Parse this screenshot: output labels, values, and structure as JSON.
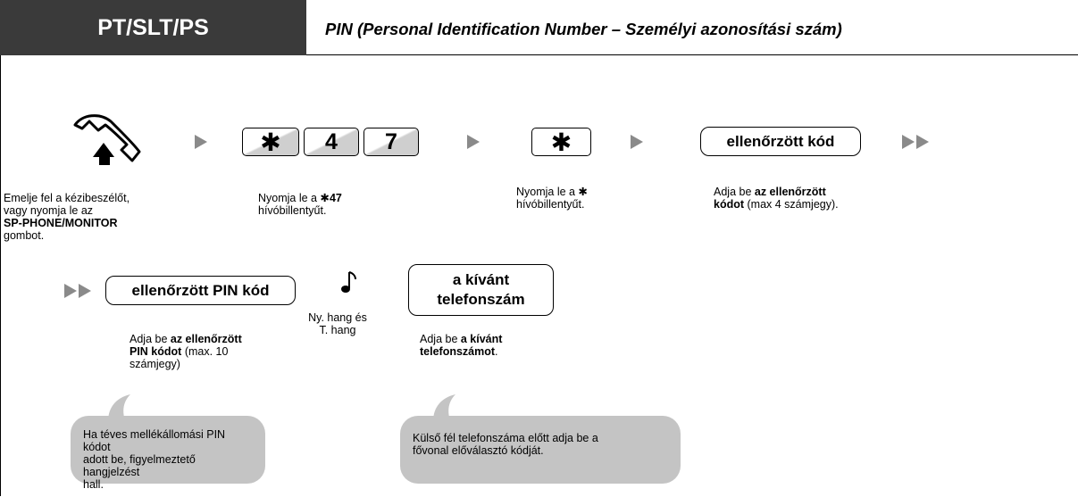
{
  "header": {
    "title": "PT/SLT/PS",
    "subtitle": "PIN (Personal Identification Number – Személyi azonosítási szám)"
  },
  "steps": {
    "offhook": {
      "desc_line1": "Emelje fel a kézibeszélőt,",
      "desc_line2": "vagy nyomja le az",
      "desc_bold": "SP-PHONE/MONITOR",
      "desc_line4": "gombot."
    },
    "code47": {
      "keys": [
        "✱",
        "4",
        "7"
      ],
      "desc_prefix": "Nyomja le a ",
      "desc_bold": "✱47",
      "desc_line2": "hívóbillentyűt."
    },
    "star": {
      "key": "✱",
      "desc_prefix": "Nyomja le a ",
      "desc_bold": "✱",
      "desc_line2": "hívóbillentyűt."
    },
    "verified_code": {
      "label": "ellenőrzött kód",
      "desc_prefix": "Adja be ",
      "desc_bold1": "az ellenőrzött",
      "desc_bold2": "kódot",
      "desc_suffix": " (max 4 számjegy)."
    },
    "verified_pin": {
      "label": "ellenőrzött PIN kód",
      "desc_prefix": "Adja be ",
      "desc_bold1": "az ellenőrzött",
      "desc_bold2": "PIN kódot",
      "desc_suffix": " (max. 10",
      "desc_line3": "számjegy)"
    },
    "tone": {
      "line1": "Ny. hang és",
      "line2": "T. hang"
    },
    "phone_number": {
      "label_line1": "a kívánt",
      "label_line2": "telefonszám",
      "desc_prefix": "Adja be ",
      "desc_bold1": "a kívánt",
      "desc_bold2": "telefonszámot",
      "desc_suffix": "."
    }
  },
  "notes": {
    "pin_warning": {
      "line1": "Ha téves mellékállomási PIN kódot",
      "line2": "adott be, figyelmeztető hangjelzést",
      "line3": "hall."
    },
    "outside_line": {
      "line1": "Külső fél telefonszáma előtt adja be a",
      "line2": "fővonal előválasztó kódját."
    }
  },
  "colors": {
    "header_bg": "#3a3a3a",
    "arrow": "#8a8a8a",
    "bubble": "#c4c4c4"
  }
}
